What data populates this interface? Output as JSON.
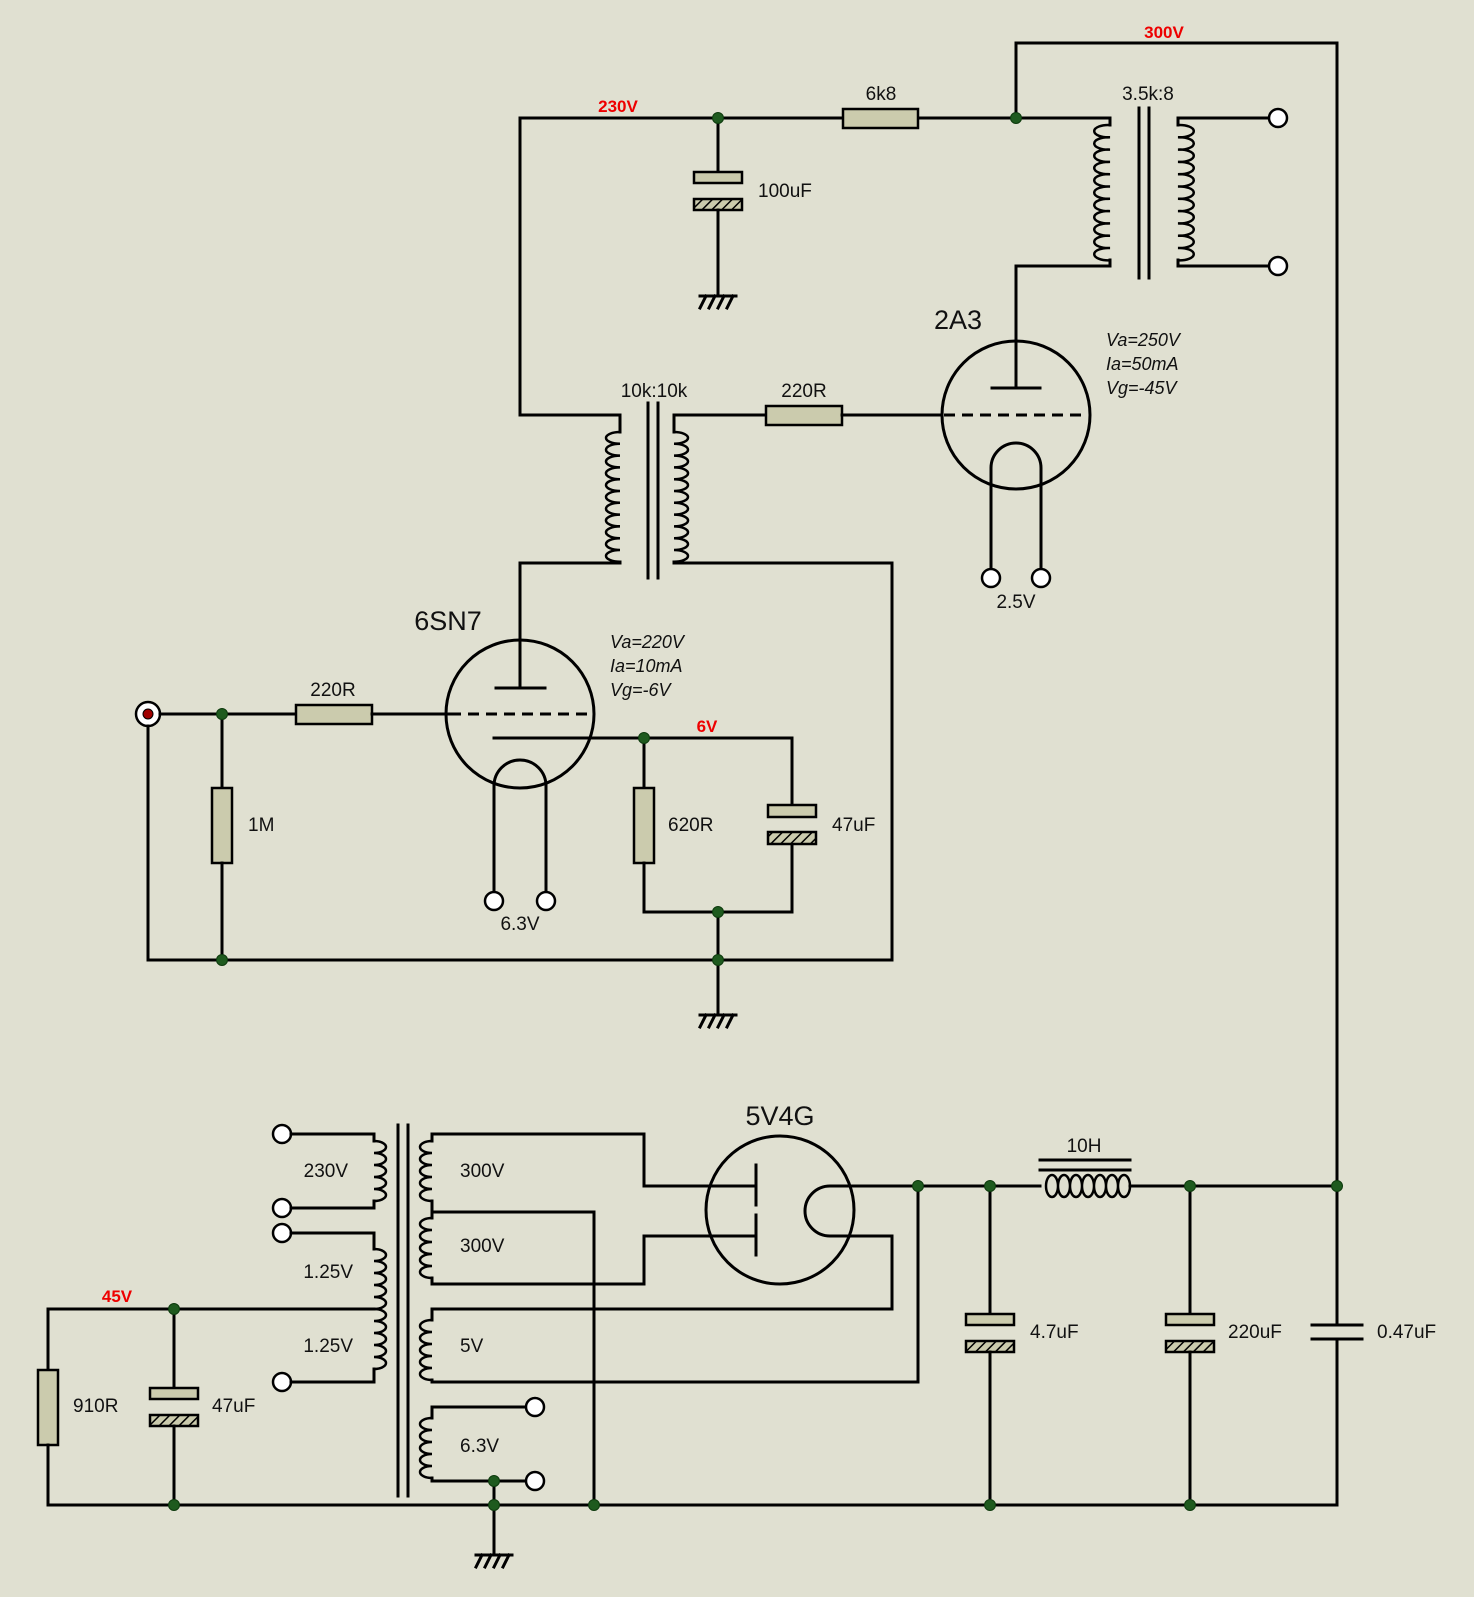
{
  "rails": {
    "b300": "300V",
    "b230": "230V",
    "k6": "6V",
    "bias45": "45V"
  },
  "resistors": {
    "r6k8": "6k8",
    "r220_out": "220R",
    "r220_in": "220R",
    "r1m": "1M",
    "r620": "620R",
    "r910": "910R"
  },
  "capacitors": {
    "c100": "100uF",
    "c47_k": "47uF",
    "c47_bias": "47uF",
    "c4_7": "4.7uF",
    "c220": "220uF",
    "c0_47": "0.47uF"
  },
  "transformers": {
    "output": "3.5k:8",
    "interstage": "10k:10k",
    "power_primary": "230V",
    "power_hv1": "300V",
    "power_hv2": "300V",
    "power_bias1": "1.25V",
    "power_bias2": "1.25V",
    "power_rect_heater": "5V",
    "power_heater": "6.3V"
  },
  "choke": "10H",
  "tubes": {
    "output": {
      "name": "2A3",
      "heater": "2.5V",
      "op": [
        "Va=250V",
        "Ia=50mA",
        "Vg=-45V"
      ]
    },
    "driver": {
      "name": "6SN7",
      "heater": "6.3V",
      "op": [
        "Va=220V",
        "Ia=10mA",
        "Vg=-6V"
      ]
    },
    "rectifier": {
      "name": "5V4G"
    }
  },
  "colors": {
    "background": "#e0e0d1",
    "rail_label": "#ee0000",
    "junction": "#1e5a1e",
    "component_fill": "#cbcbad"
  }
}
